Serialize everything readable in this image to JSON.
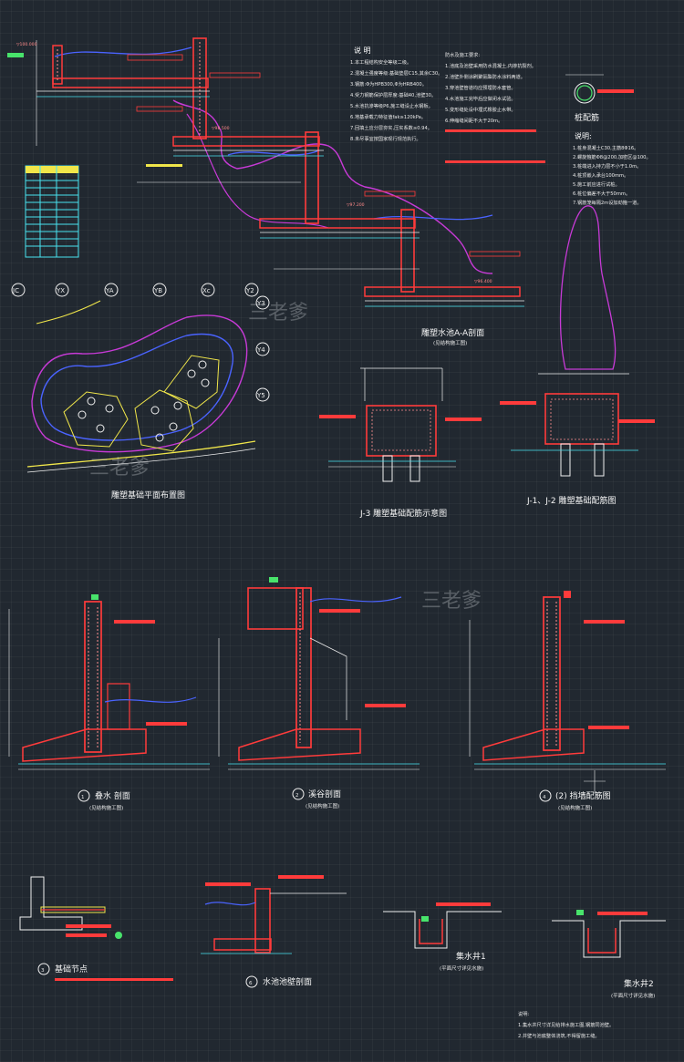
{
  "watermark": [
    "三老爹",
    "三老爹",
    "三老爹"
  ],
  "axis_labels": [
    "JC",
    "YX",
    "YA",
    "YB",
    "Xc",
    "Y2",
    "Y3",
    "Y4",
    "Y5"
  ],
  "elevations": [
    "▽100.000",
    "▽98.500",
    "▽97.200",
    "▽96.400"
  ],
  "titles": {
    "section_aa": "雕塑水池A-A剖面",
    "sculpture_plan": "雕塑基础平面布置图",
    "j3": "J-3 雕塑基础配筋示意图",
    "j1j2": "J-1、J-2 雕塑基础配筋图",
    "wall1": "叠水 剖面",
    "wall2": "溪谷剖面",
    "wall4": "(2) 挡墙配筋图",
    "detail3": "基础节点",
    "detail6": "水池池壁剖面",
    "detail_well1": "集水井1",
    "detail_well2": "集水井2",
    "pile_plan": "桩配筋"
  },
  "subtitles": {
    "aa": "(见结构施工图)",
    "wall1": "(见结构施工图)",
    "wall2": "(见结构施工图)",
    "wall4": "(见结构施工图)",
    "well1": "(平面尺寸详见水施)",
    "well2": "(平面尺寸详见水施)"
  },
  "markers": {
    "wall1": "1",
    "wall2": "2",
    "wall4": "4",
    "detail3": "3",
    "detail6": "6"
  },
  "notes1": {
    "heading": "说 明",
    "lines": [
      "1.本工程结构安全等级二级。",
      "2.混凝土强度等级:基础垫层C15,其余C30。",
      "3.钢筋:Φ为HPB300,Φ为HRB400。",
      "4.受力钢筋保护层厚度:基础40,池壁30。",
      "5.水池抗渗等级P6,施工缝设止水钢板。",
      "6.地基承载力特征值fak≥120kPa。",
      "7.回填土应分层夯实,压实系数≥0.94。",
      "8.未尽事宜按国家现行规范执行。"
    ]
  },
  "notes2": {
    "heading": "防水及施工要求:",
    "lines": [
      "1.池底及池壁采用防水混凝土,内掺抗裂剂。",
      "2.池壁外侧涂刷聚氨酯防水涂料两道。",
      "3.穿池壁管道均应预埋防水套管。",
      "4.水池施工完毕后应做闭水试验。",
      "5.变形缝处设中埋式橡胶止水带。",
      "6.伸缩缝间距不大于20m。"
    ]
  },
  "notes3": {
    "heading": "说明:",
    "lines": [
      "1.桩身混凝土C30,主筋8Φ16。",
      "2.螺旋箍筋Φ8@200,加密区@100。",
      "3.桩端进入持力层不小于1.0m。",
      "4.桩顶嵌入承台100mm。",
      "5.施工前应进行试桩。",
      "6.桩位偏差不大于50mm。",
      "7.钢筋笼每隔2m设加劲箍一道。"
    ]
  },
  "notes4": {
    "heading": "说明:",
    "lines": [
      "1.集水井尺寸详见给排水施工图,钢筋同池壁。",
      "2.井壁与池底整体浇筑,不得留施工缝。"
    ]
  },
  "colors": {
    "red": "#ff3b3b",
    "pink": "#ff8f8f",
    "magenta": "#c73ad6",
    "blue": "#4a63ff",
    "cyan": "#49e3f0",
    "yellow": "#f0e64a",
    "green": "#48e36b",
    "white": "#f0f0f0"
  }
}
